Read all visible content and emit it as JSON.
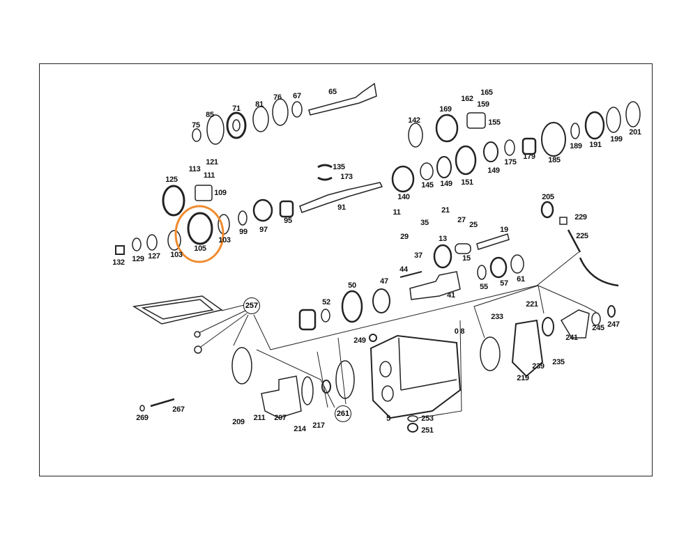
{
  "diagram": {
    "type": "exploded parts view - manual transmission",
    "highlight_color": "#f08a2c",
    "highlighted_part": "105",
    "callouts": [
      "75",
      "85",
      "71",
      "81",
      "76",
      "67",
      "65",
      "121",
      "113",
      "111",
      "125",
      "109",
      "135",
      "173",
      "91",
      "105",
      "103",
      "103",
      "99",
      "97",
      "95",
      "132",
      "129",
      "127",
      "165",
      "162",
      "159",
      "169",
      "155",
      "142",
      "201",
      "199",
      "191",
      "189",
      "185",
      "179",
      "175",
      "149",
      "151",
      "149",
      "145",
      "140",
      "205",
      "229",
      "225",
      "11",
      "21",
      "27",
      "25",
      "35",
      "29",
      "13",
      "37",
      "15",
      "19",
      "44",
      "47",
      "41",
      "55",
      "57",
      "61",
      "50",
      "52",
      "221",
      "233",
      "245",
      "247",
      "241",
      "0 8",
      "249",
      "239",
      "235",
      "219",
      "267",
      "269",
      "209",
      "211",
      "207",
      "214",
      "217",
      "5",
      "253",
      "251"
    ],
    "group_callouts": [
      "257",
      "261"
    ]
  }
}
